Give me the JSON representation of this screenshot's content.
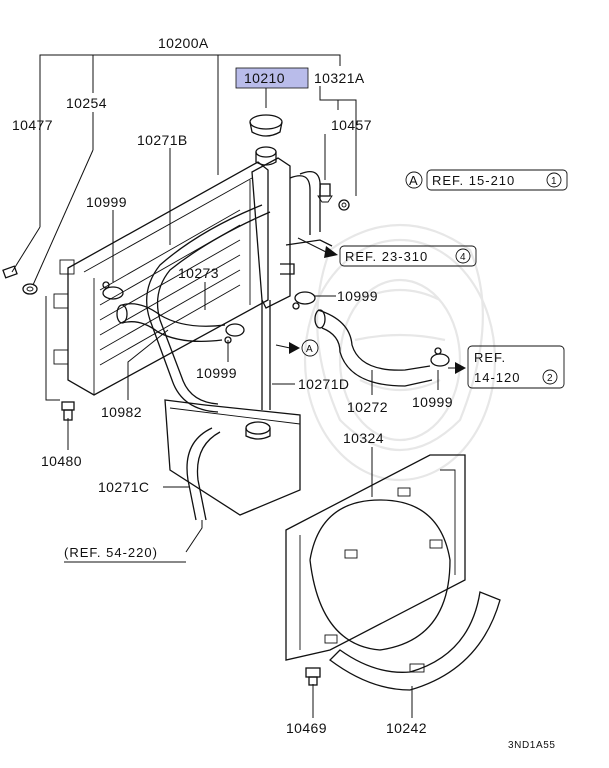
{
  "labels": {
    "p10200A": "10200A",
    "p10210": "10210",
    "p10321A": "10321A",
    "p10254": "10254",
    "p10477": "10477",
    "p10457": "10457",
    "p10271B": "10271B",
    "p10999a": "10999",
    "p10273": "10273",
    "p10999b": "10999",
    "p10999c": "10999",
    "p10999d": "10999",
    "p10982": "10982",
    "p10271D": "10271D",
    "p10272": "10272",
    "p10480": "10480",
    "p10324": "10324",
    "p10271C": "10271C",
    "p10469": "10469",
    "p10242": "10242"
  },
  "refs": {
    "ref1_letter": "A",
    "ref1_text": "REF. 15-210",
    "ref1_num": "1",
    "ref2_text": "REF. 23-310",
    "ref2_num": "4",
    "ref3_line1": "REF.",
    "ref3_line2": "14-120",
    "ref3_num": "2",
    "ref4_text": "(REF. 54-220)",
    "arrowA": "A"
  },
  "footer": {
    "code": "3ND1A55"
  },
  "colors": {
    "highlight": "#b9bcea",
    "line": "#111111"
  }
}
